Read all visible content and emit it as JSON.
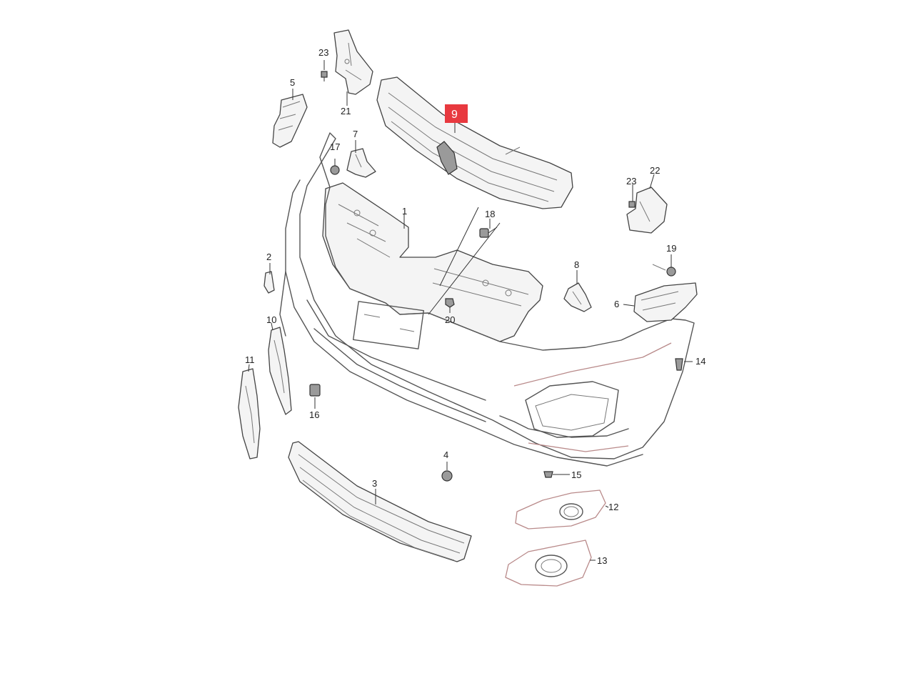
{
  "callouts": {
    "c1": "1",
    "c2": "2",
    "c3": "3",
    "c4": "4",
    "c5": "5",
    "c6": "6",
    "c7": "7",
    "c8": "8",
    "c9": "9",
    "c10": "10",
    "c11": "11",
    "c12": "12",
    "c13": "13",
    "c14": "14",
    "c15": "15",
    "c16": "16",
    "c17": "17",
    "c18": "18",
    "c19": "19",
    "c20": "20",
    "c21": "21",
    "c22": "22",
    "c23a": "23",
    "c23b": "23"
  },
  "colors": {
    "highlight": "#e8393f",
    "line": "#555555",
    "background": "#ffffff"
  }
}
